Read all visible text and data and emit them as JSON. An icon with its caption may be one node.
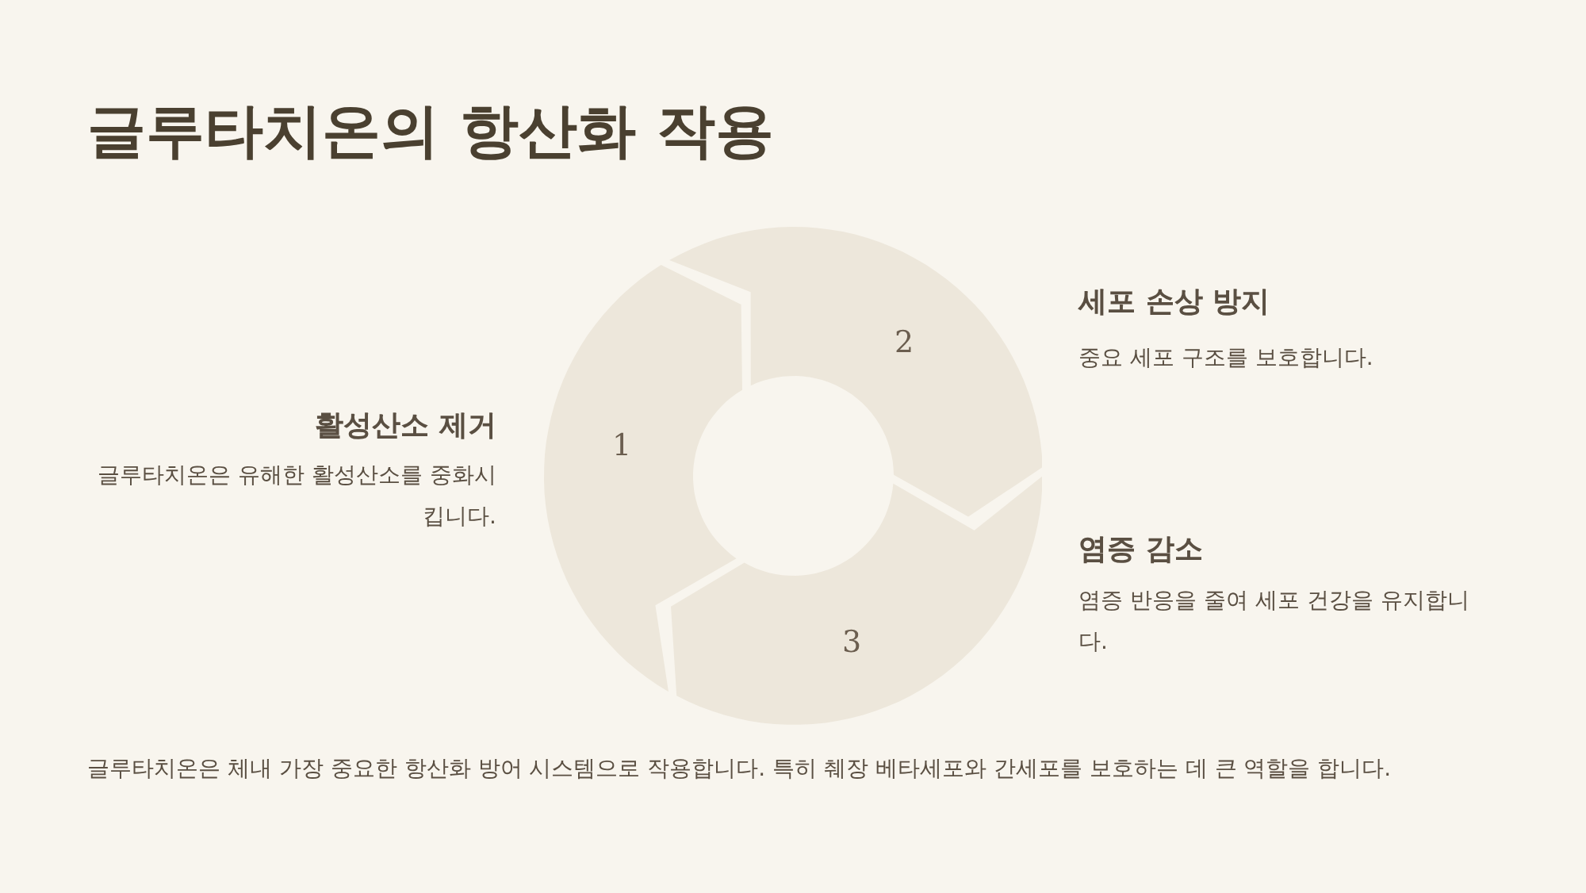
{
  "diagram": {
    "title": "글루타치온의 항산화 작용",
    "nodes": [
      {
        "text": [
          "1"
        ]
      },
      {
        "text": [
          "2"
        ]
      },
      {
        "text": [
          "3"
        ]
      }
    ],
    "edges": [],
    "labels": [
      "세포 손상 방지",
      "중요 세포 구조를 보호합니다.",
      "활성산소 제거",
      "글루타치온은 유해한 활성산소를 중화시킵니다.",
      "염증 감소",
      "염증 반응을 줄여 세포 건강을 유지합니다."
    ],
    "caption": "글루타치온은 체내 가장 중요한 항산화 방어 시스템으로 작용합니다. 특히 췌장 베타세포와 간세포를 보호하는 데 큰 역할을 합니다."
  }
}
